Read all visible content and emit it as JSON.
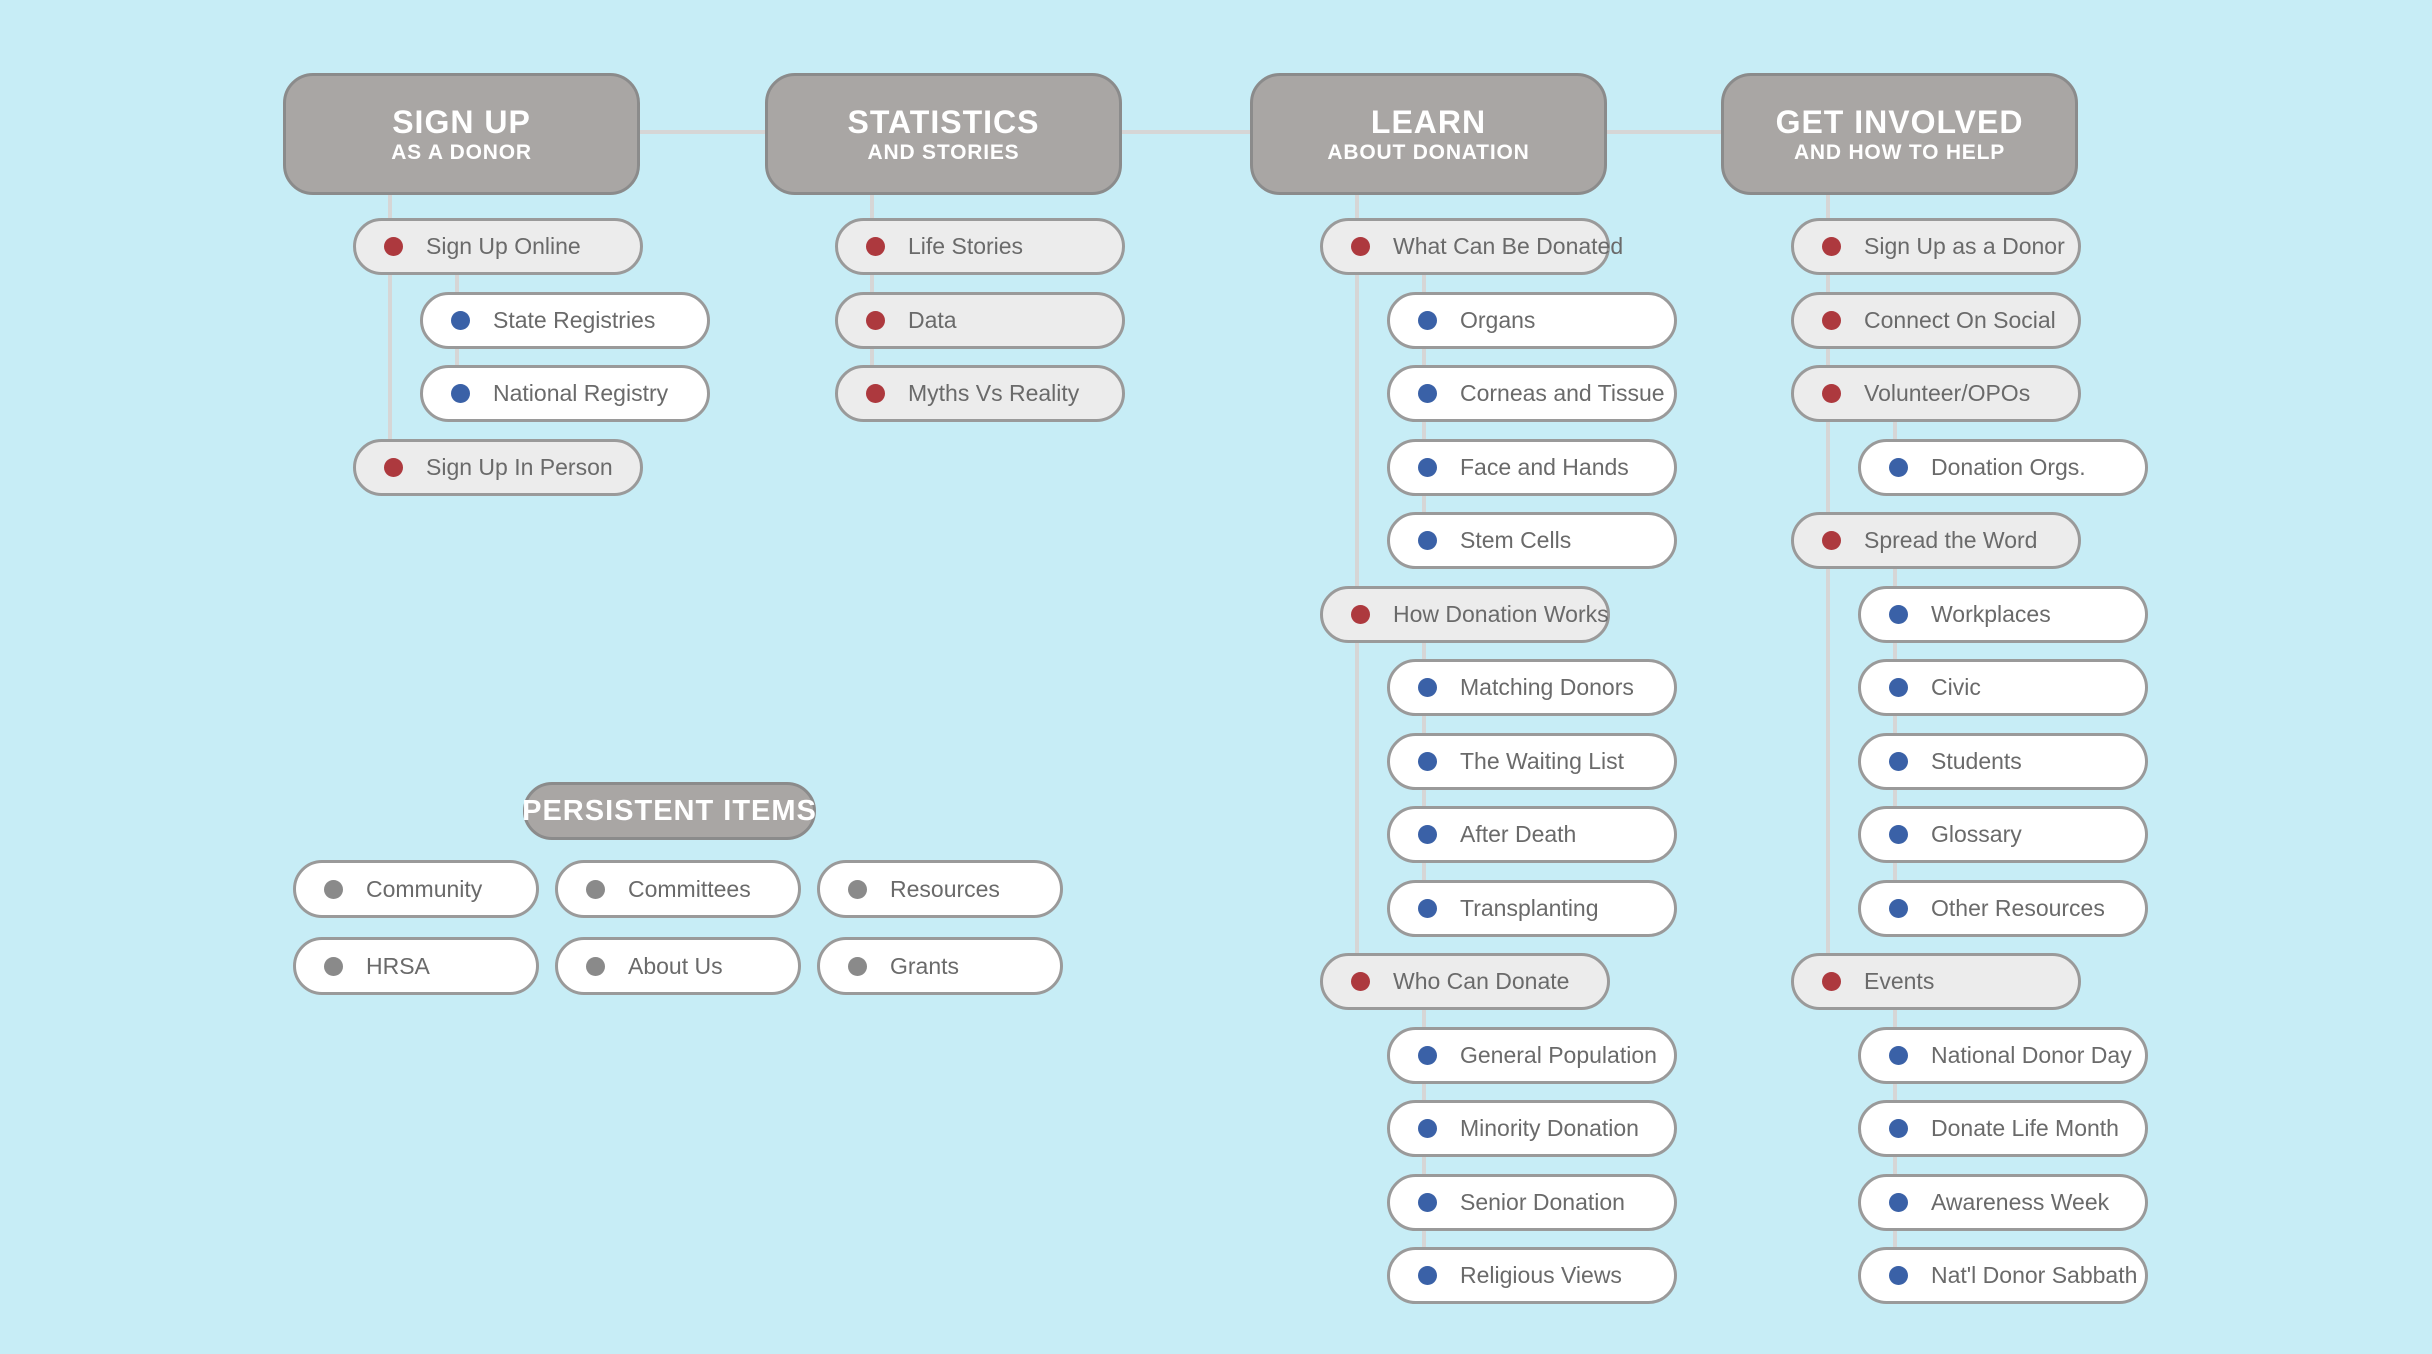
{
  "palette": {
    "background": "#c7edf6",
    "header_fill": "#a9a6a4",
    "header_border": "#8b8b8b",
    "item_gray_fill": "#ececec",
    "item_white_fill": "#ffffff",
    "item_border": "#9a9a9a",
    "dot_red": "#ad393e",
    "dot_blue": "#3a61a7",
    "dot_gray": "#8a8a8a",
    "connector_line": "#d6d6d6",
    "item_text": "#6a6a6a",
    "header_text": "#ffffff"
  },
  "columns": [
    {
      "id": "sign-up",
      "title": "SIGN UP",
      "subtitle": "AS A DONOR",
      "items": [
        {
          "label": "Sign Up Online",
          "children": [
            "State Registries",
            "National Registry"
          ]
        },
        {
          "label": "Sign Up In Person",
          "children": []
        }
      ]
    },
    {
      "id": "statistics",
      "title": "STATISTICS",
      "subtitle": "AND STORIES",
      "items": [
        {
          "label": "Life Stories",
          "children": []
        },
        {
          "label": "Data",
          "children": []
        },
        {
          "label": "Myths Vs Reality",
          "children": []
        }
      ]
    },
    {
      "id": "learn",
      "title": "LEARN",
      "subtitle": "ABOUT DONATION",
      "items": [
        {
          "label": "What Can Be Donated",
          "children": [
            "Organs",
            "Corneas and Tissue",
            "Face and Hands",
            "Stem Cells"
          ]
        },
        {
          "label": "How Donation Works",
          "children": [
            "Matching Donors",
            "The Waiting List",
            "After Death",
            "Transplanting"
          ]
        },
        {
          "label": "Who Can Donate",
          "children": [
            "General Population",
            "Minority Donation",
            "Senior Donation",
            "Religious Views"
          ]
        }
      ]
    },
    {
      "id": "get-involved",
      "title": "GET INVOLVED",
      "subtitle": "AND HOW TO HELP",
      "items": [
        {
          "label": "Sign Up as a Donor",
          "children": []
        },
        {
          "label": "Connect On Social",
          "children": []
        },
        {
          "label": "Volunteer/OPOs",
          "children": [
            "Donation Orgs."
          ]
        },
        {
          "label": "Spread the Word",
          "children": [
            "Workplaces",
            "Civic",
            "Students",
            "Glossary",
            "Other Resources"
          ]
        },
        {
          "label": "Events",
          "children": [
            "National Donor Day",
            "Donate Life Month",
            "Awareness Week",
            "Nat'l Donor Sabbath"
          ]
        }
      ]
    }
  ],
  "persistent": {
    "title": "PERSISTENT ITEMS",
    "items": [
      "Community",
      "Committees",
      "Resources",
      "HRSA",
      "About Us",
      "Grants"
    ]
  }
}
